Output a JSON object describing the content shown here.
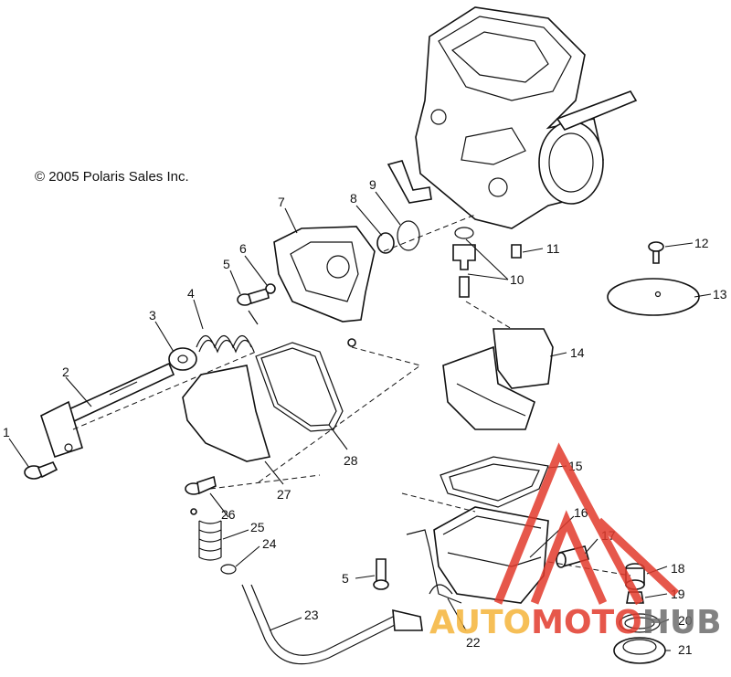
{
  "copyright": "© 2005 Polaris Sales Inc.",
  "callouts": [
    "1",
    "2",
    "3",
    "4",
    "5",
    "6",
    "7",
    "8",
    "9",
    "10",
    "11",
    "12",
    "13",
    "14",
    "15",
    "16",
    "17",
    "18",
    "19",
    "20",
    "21",
    "22",
    "23",
    "24",
    "25",
    "26",
    "27",
    "28",
    "5"
  ],
  "watermark": {
    "word_part1": "AUTO",
    "word_part2": "MOTO",
    "word_part3": "HUB",
    "color_orange": "#f5b43a",
    "color_red": "#e23a2c",
    "color_gray": "#6d6d6d"
  }
}
